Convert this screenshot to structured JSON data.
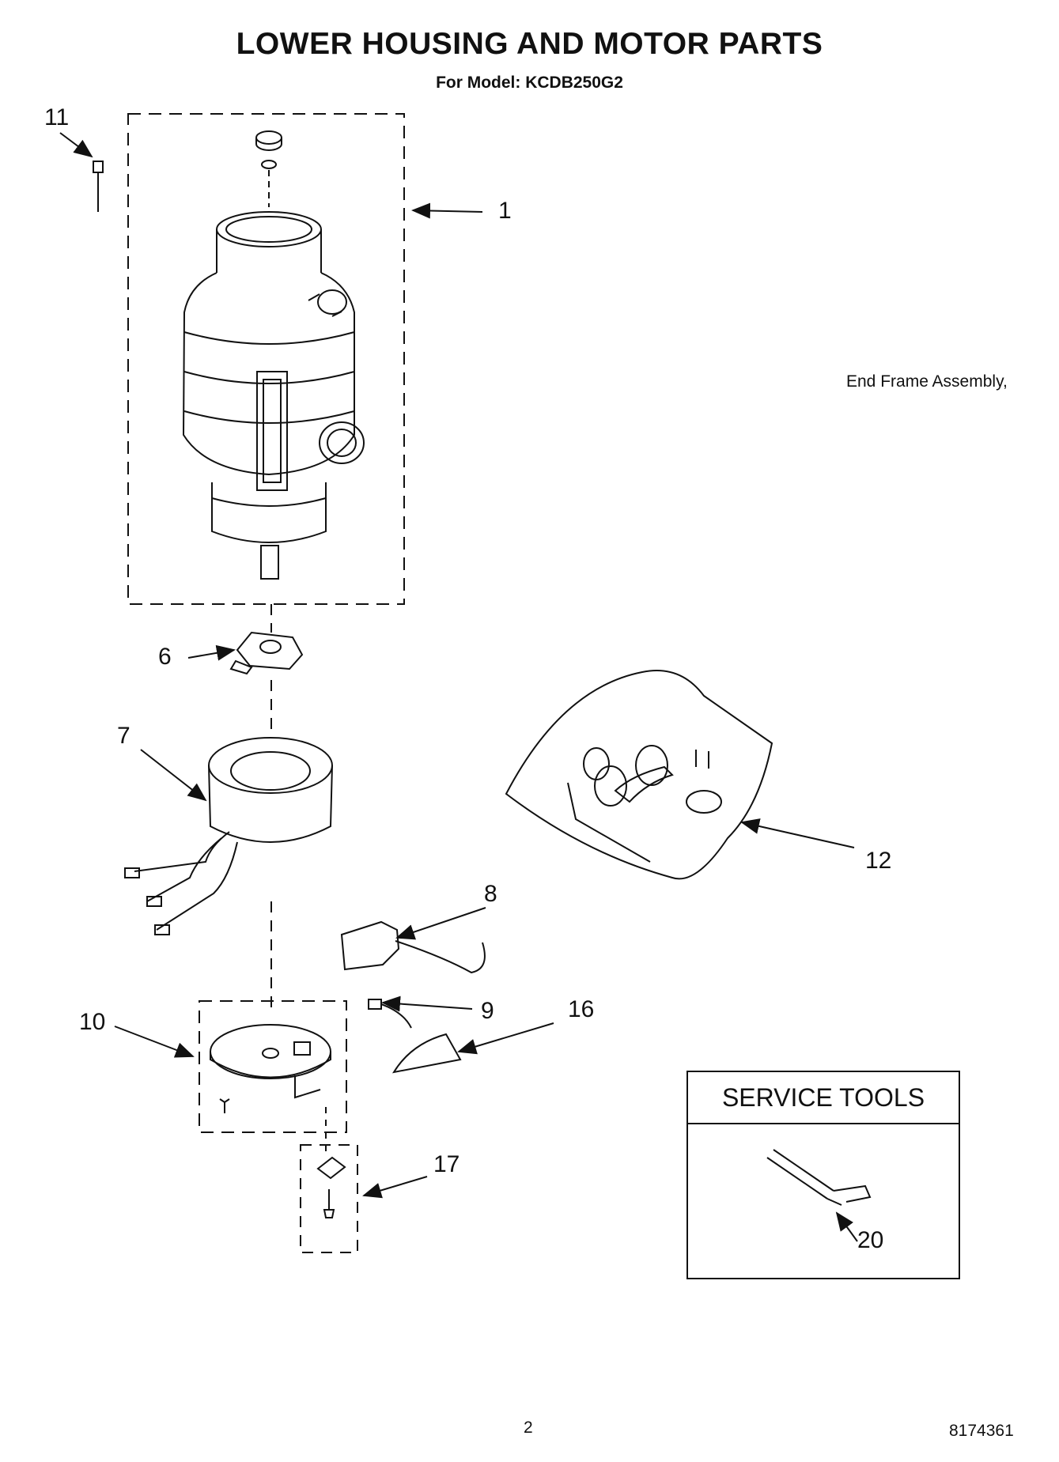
{
  "header": {
    "title": "LOWER HOUSING AND MOTOR PARTS",
    "model_line": "For Model: KCDB250G2"
  },
  "callouts": {
    "c1": "1",
    "c6": "6",
    "c7": "7",
    "c8": "8",
    "c9": "9",
    "c10": "10",
    "c11": "11",
    "c12": "12",
    "c16": "16",
    "c17": "17",
    "c20": "20"
  },
  "notes": {
    "end_frame": "End Frame Assembly,"
  },
  "service_tools": {
    "heading": "SERVICE TOOLS"
  },
  "footer": {
    "page_number": "2",
    "doc_number": "8174361"
  }
}
